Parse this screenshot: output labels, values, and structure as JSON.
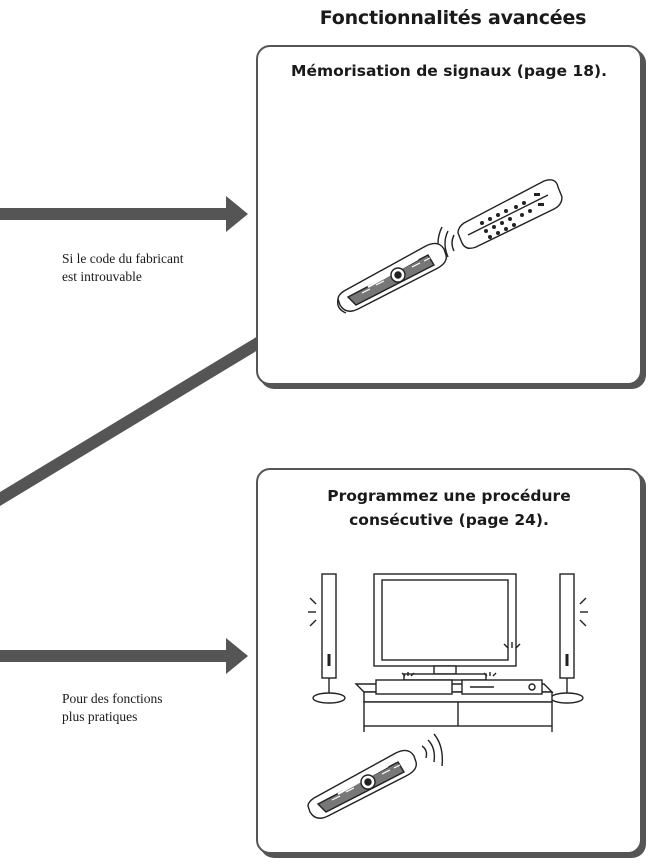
{
  "page": {
    "section_title": "Fonctionnalités avancées"
  },
  "panel_1": {
    "title": "Mémorisation de signaux (page 18)."
  },
  "panel_2": {
    "title_line_1": "Programmez une procédure",
    "title_line_2": "consécutive (page 24)."
  },
  "note_1": {
    "line_1": "Si le code du fabricant",
    "line_2": "est introuvable"
  },
  "note_2": {
    "line_1": "Pour des fonctions",
    "line_2": "plus pratiques"
  },
  "colors": {
    "arrow": "#555555",
    "border": "#555555",
    "text": "#1a1a1a"
  },
  "icons": [
    "arrow-right-icon",
    "diagonal-connector-line",
    "remote-learning-illustration",
    "home-theater-illustration",
    "remote-control-icon"
  ]
}
